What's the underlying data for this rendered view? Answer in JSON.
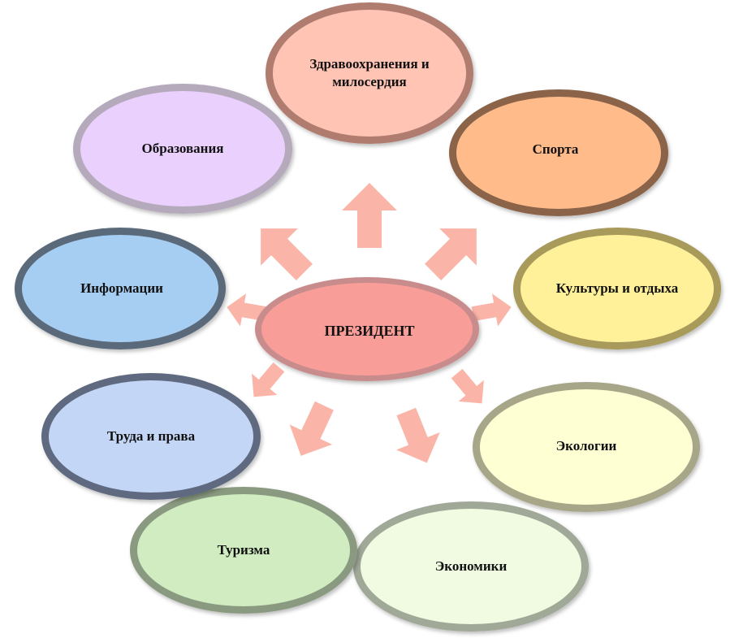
{
  "center": {
    "label": "ПРЕЗИДЕНТ",
    "fill": "#f99d98",
    "stroke": "#c98c8c"
  },
  "arrow_color": "#fbb5a8",
  "nodes": [
    {
      "id": "health",
      "label": "Здравоохранения и милосердия",
      "fill": "#ffc4b4",
      "stroke": "#b07c70"
    },
    {
      "id": "sport",
      "label": "Спорта",
      "fill": "#ffbb8a",
      "stroke": "#8a6448"
    },
    {
      "id": "culture",
      "label": "Культуры и отдыха",
      "fill": "#fff09a",
      "stroke": "#a89a5a"
    },
    {
      "id": "ecology",
      "label": "Экологии",
      "fill": "#ffffd4",
      "stroke": "#a8a688"
    },
    {
      "id": "economy",
      "label": "Экономики",
      "fill": "#f0fbe2",
      "stroke": "#a0a898"
    },
    {
      "id": "tourism",
      "label": "Туризма",
      "fill": "#d0ecc0",
      "stroke": "#8a9a80"
    },
    {
      "id": "labor",
      "label": "Труда и права",
      "fill": "#c4d6f6",
      "stroke": "#5e6a80"
    },
    {
      "id": "information",
      "label": "Информации",
      "fill": "#a6cdf2",
      "stroke": "#5a6a7a"
    },
    {
      "id": "education",
      "label": "Образования",
      "fill": "#ead0fc",
      "stroke": "#b4aabc"
    }
  ]
}
